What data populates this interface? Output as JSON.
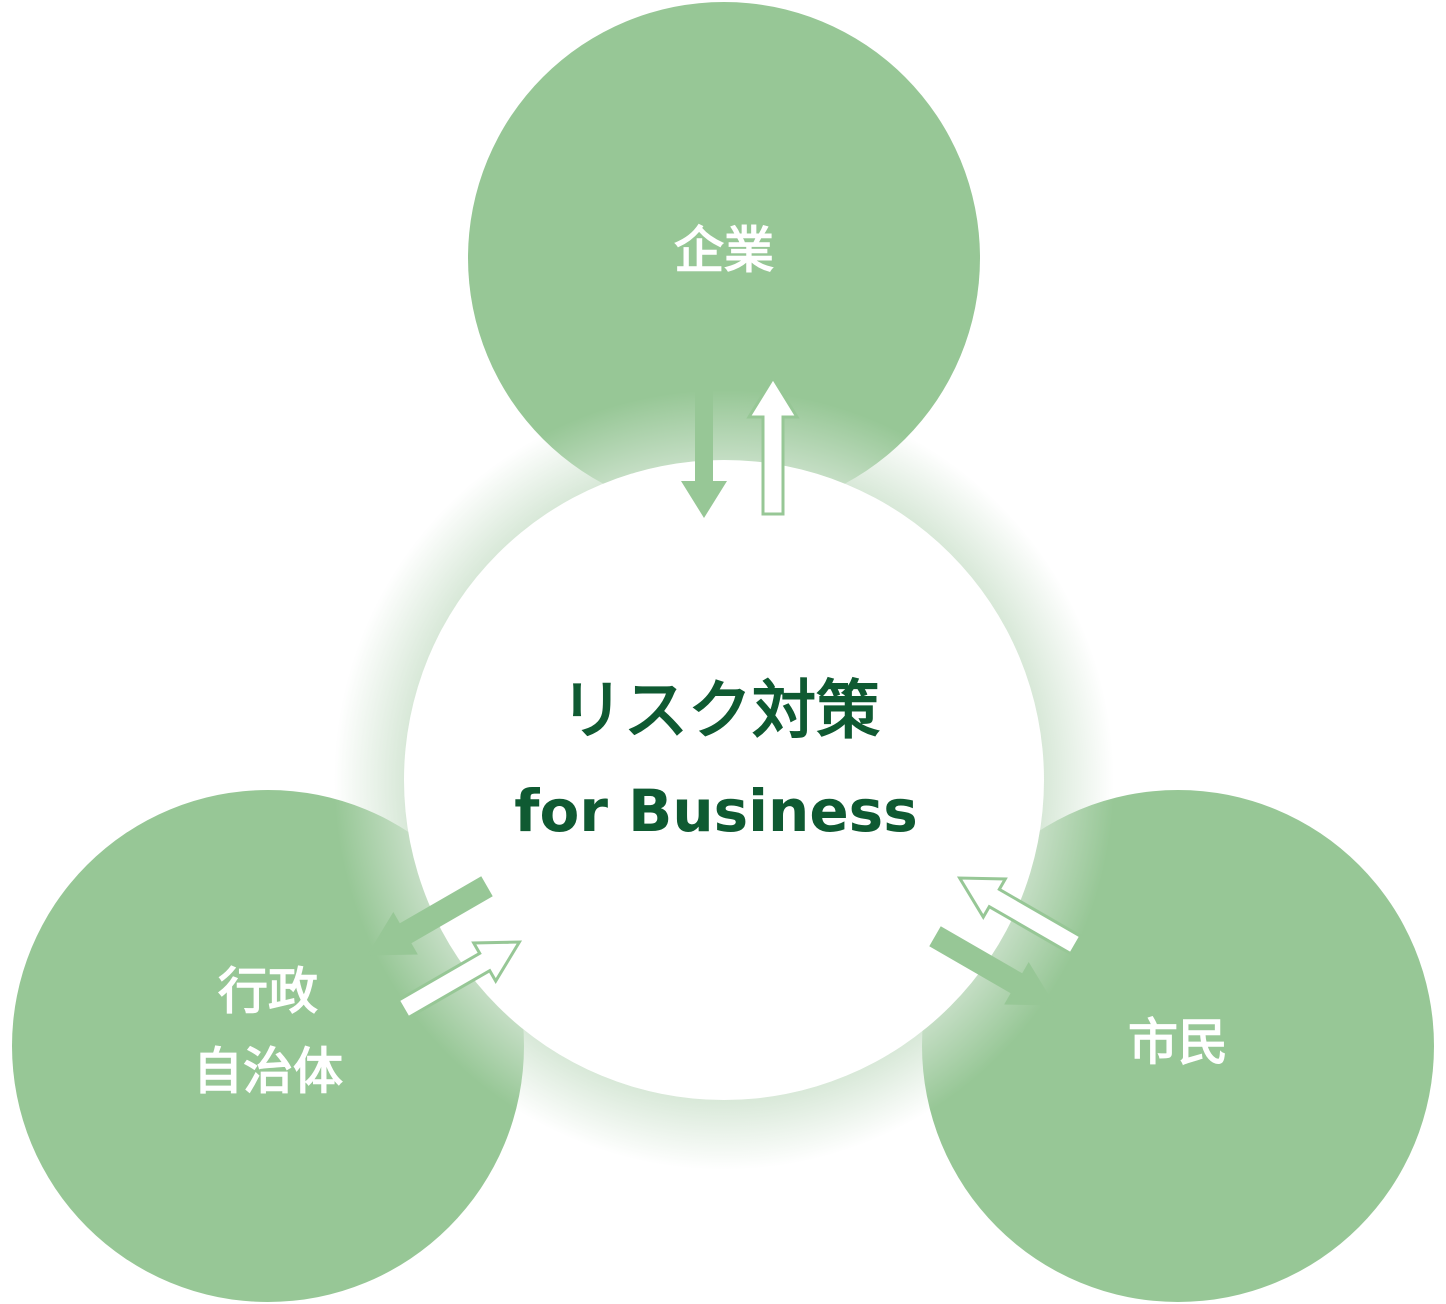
{
  "center": {
    "title": "リスク対策",
    "subtitle": "for Business"
  },
  "nodes": {
    "top": {
      "label": "企業"
    },
    "left": {
      "line1": "行政",
      "line2": "自治体"
    },
    "right": {
      "label": "市民"
    }
  },
  "colors": {
    "node_fill": "#97c796",
    "center_fill": "#ffffff",
    "center_text": "#0f5a32",
    "node_text": "#ffffff",
    "arrow_fill": "#97c796",
    "arrow_outline": "#97c796"
  }
}
